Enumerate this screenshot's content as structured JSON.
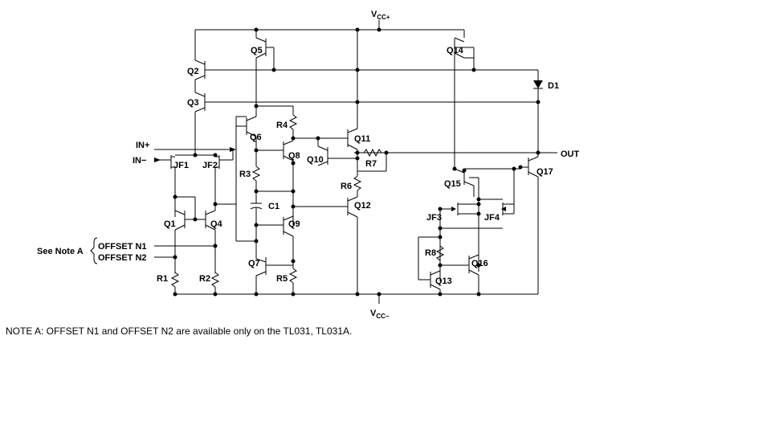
{
  "labels": {
    "vcc_plus_main": "V",
    "vcc_plus_sub": "CC+",
    "vcc_minus_main": "V",
    "vcc_minus_sub": "CC−",
    "in_plus": "IN+",
    "in_minus": "IN−",
    "out": "OUT",
    "see_note": "See Note A",
    "offset_n1": "OFFSET N1",
    "offset_n2": "OFFSET N2",
    "q1": "Q1",
    "q2": "Q2",
    "q3": "Q3",
    "q4": "Q4",
    "q5": "Q5",
    "q6": "Q6",
    "q7": "Q7",
    "q8": "Q8",
    "q9": "Q9",
    "q10": "Q10",
    "q11": "Q11",
    "q12": "Q12",
    "q13": "Q13",
    "q14": "Q14",
    "q15": "Q15",
    "q16": "Q16",
    "q17": "Q17",
    "jf1": "JF1",
    "jf2": "JF2",
    "jf3": "JF3",
    "jf4": "JF4",
    "r1": "R1",
    "r2": "R2",
    "r3": "R3",
    "r4": "R4",
    "r5": "R5",
    "r6": "R6",
    "r7": "R7",
    "r8": "R8",
    "c1": "C1",
    "d1": "D1"
  },
  "note": "NOTE A:   OFFSET N1 and OFFSET N2 are available only on the TL031, TL031A."
}
